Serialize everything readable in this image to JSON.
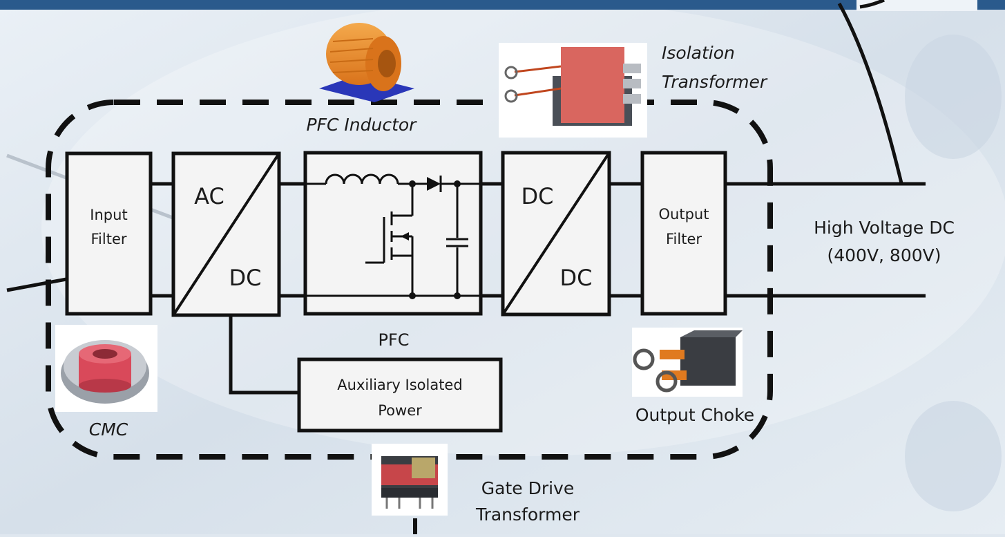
{
  "blocks": {
    "input_filter": "Input\nFilter",
    "ac_dc_top": "AC",
    "ac_dc_bottom": "DC",
    "pfc": "PFC",
    "dc_dc_top": "DC",
    "dc_dc_bottom": "DC",
    "output_filter": "Output\nFilter",
    "aux_power": "Auxiliary Isolated\nPower"
  },
  "components": {
    "pfc_inductor": "PFC Inductor",
    "isolation_transformer": "Isolation\nTransformer",
    "cmc": "CMC",
    "output_choke": "Output Choke",
    "gate_drive_transformer": "Gate Drive\nTransformer"
  },
  "output": {
    "label": "High Voltage DC\n(400V, 800V)"
  },
  "colors": {
    "top_bar": "#2a5a8c",
    "line": "#111111",
    "inductor": "#e8892a",
    "inductor_base": "#2a37b8",
    "transformer_core": "#d9665f",
    "background": "#dfe7ef"
  }
}
